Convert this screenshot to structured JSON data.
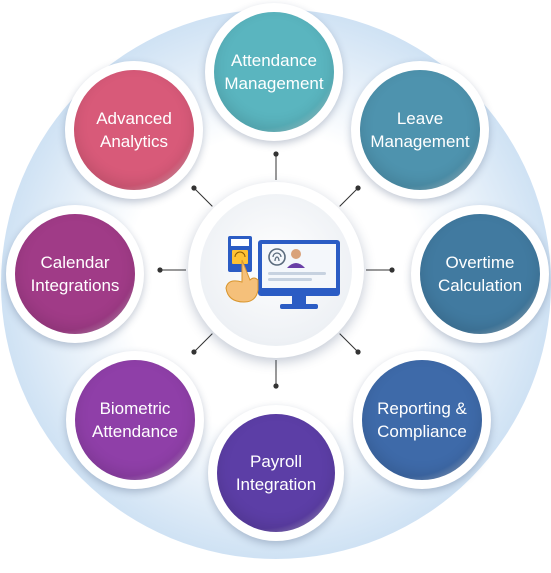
{
  "diagram": {
    "features": [
      {
        "key": "attendance",
        "label": "Attendance\nManagement",
        "color": "#5ab5bf"
      },
      {
        "key": "leave",
        "label": "Leave\nManagement",
        "color": "#4e93ae"
      },
      {
        "key": "overtime",
        "label": "Overtime\nCalculation",
        "color": "#417aa0"
      },
      {
        "key": "reporting",
        "label": "Reporting &\nCompliance",
        "color": "#3e6aa9"
      },
      {
        "key": "payroll",
        "label": "Payroll\nIntegration",
        "color": "#5c3ea6"
      },
      {
        "key": "biometric",
        "label": "Biometric\nAttendance",
        "color": "#8f3fa8"
      },
      {
        "key": "calendar",
        "label": "Calendar\nIntegrations",
        "color": "#a03b87"
      },
      {
        "key": "analytics",
        "label": "Advanced\nAnalytics",
        "color": "#d85a79"
      }
    ],
    "colors": {
      "backdrop_outer": "#cfe2f4",
      "backdrop_inner": "#ffffff",
      "connector": "#333333"
    },
    "hub_icon": "fingerprint-attendance-icon"
  }
}
